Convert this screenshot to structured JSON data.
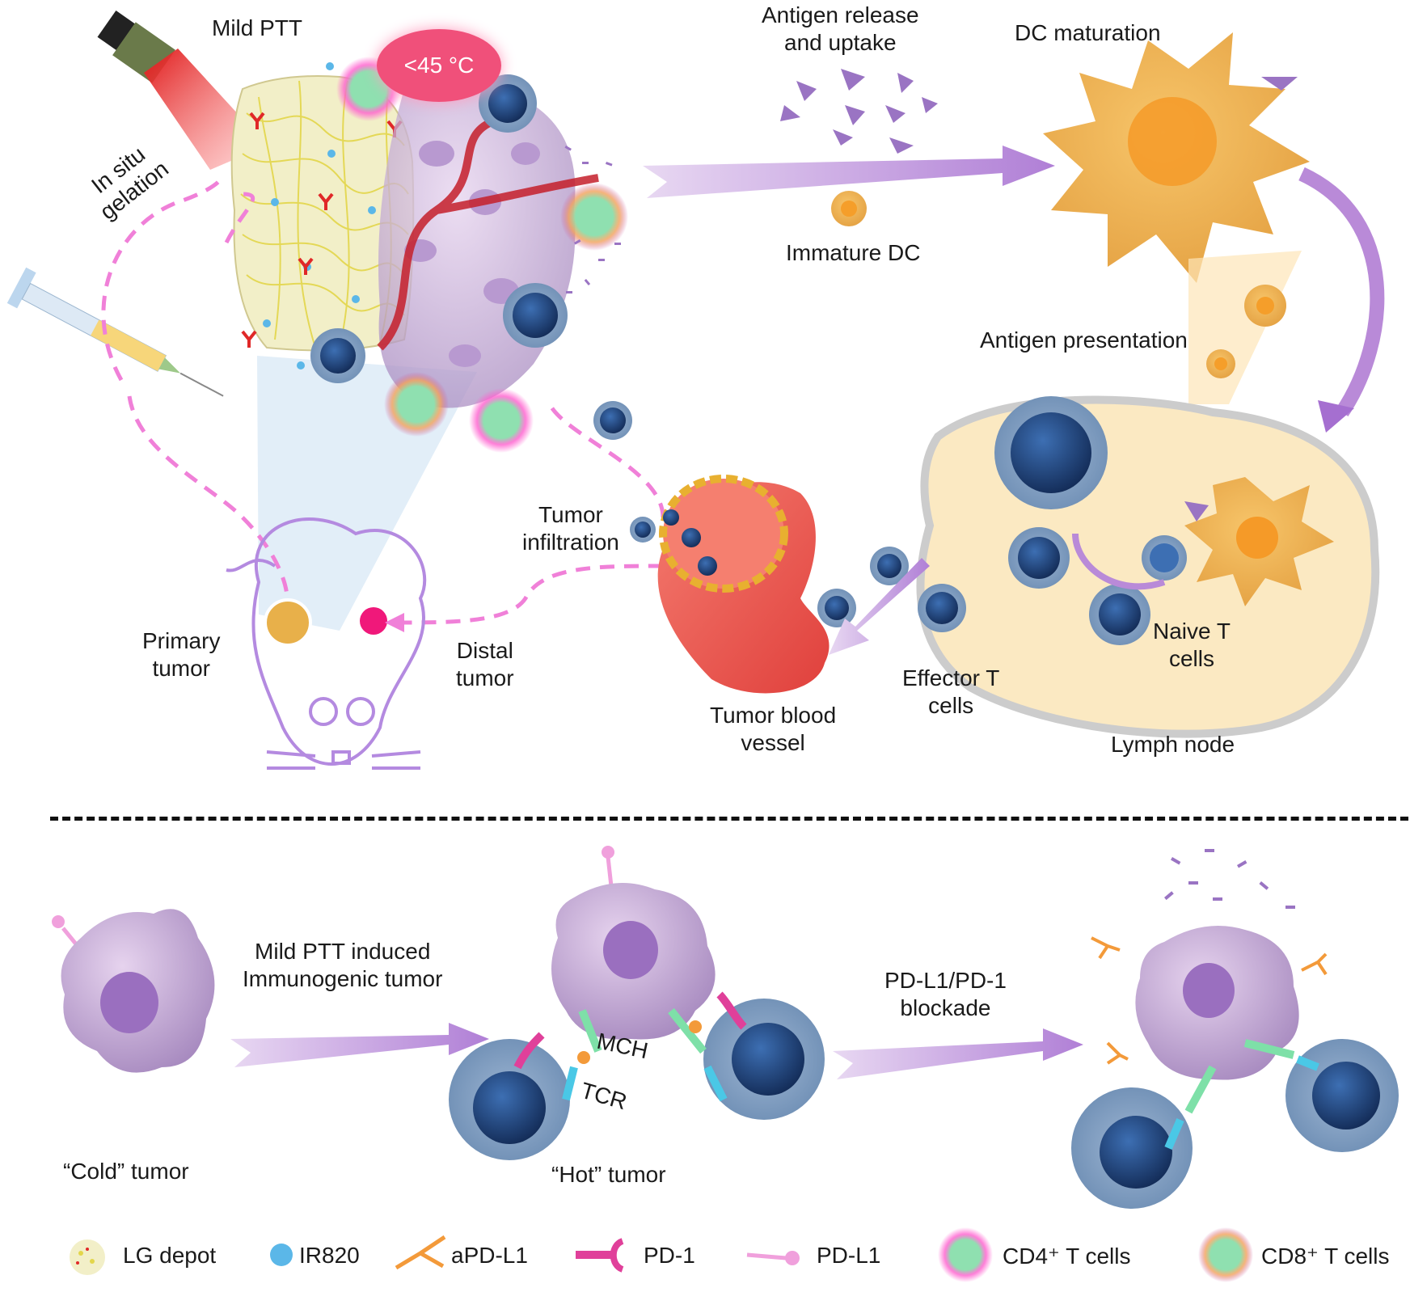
{
  "labels": {
    "mild_ptt": "Mild PTT",
    "temp": "<45 °C",
    "in_situ_1": "In situ",
    "in_situ_2": "gelation",
    "antigen_release_1": "Antigen release",
    "antigen_release_2": "and uptake",
    "dc_maturation": "DC maturation",
    "immature_dc": "Immature DC",
    "antigen_presentation": "Antigen presentation",
    "tumor_infiltration_1": "Tumor",
    "tumor_infiltration_2": "infiltration",
    "primary_tumor_1": "Primary",
    "primary_tumor_2": "tumor",
    "distal_tumor_1": "Distal",
    "distal_tumor_2": "tumor",
    "naive_t_1": "Naive T",
    "naive_t_2": "cells",
    "effector_t_1": "Effector T",
    "effector_t_2": "cells",
    "tumor_vessel_1": "Tumor blood",
    "tumor_vessel_2": "vessel",
    "lymph_node": "Lymph node",
    "mild_ptt_induced_1": "Mild PTT induced",
    "mild_ptt_induced_2": "Immunogenic tumor",
    "pdl1_blockade_1": "PD-L1/PD-1",
    "pdl1_blockade_2": "blockade",
    "mch": "MCH",
    "tcr": "TCR",
    "cold_tumor": "“Cold” tumor",
    "hot_tumor": "“Hot” tumor"
  },
  "legend": [
    {
      "icon": "lg-depot-icon",
      "label": "LG depot"
    },
    {
      "icon": "ir820-icon",
      "label": "IR820"
    },
    {
      "icon": "apdl1-antibody-icon",
      "label": "aPD-L1"
    },
    {
      "icon": "pd1-receptor-icon",
      "label": "PD-1"
    },
    {
      "icon": "pdl1-ligand-icon",
      "label": "PD-L1"
    },
    {
      "icon": "cd4-tcell-icon",
      "label": "CD4⁺ T cells"
    },
    {
      "icon": "cd8-tcell-icon",
      "label": "CD8⁺ T cells"
    }
  ],
  "colors": {
    "arrow": "#b98ad8",
    "dashed_path": "#f080d8",
    "tumor_cell": "#c9a7d9",
    "tcell_nucleus": "#1e3f7a",
    "dc": "#f0b24a",
    "lymph_node": "#fbe9c2",
    "vessel": "#ee5b55",
    "badge": "#f0507a"
  }
}
